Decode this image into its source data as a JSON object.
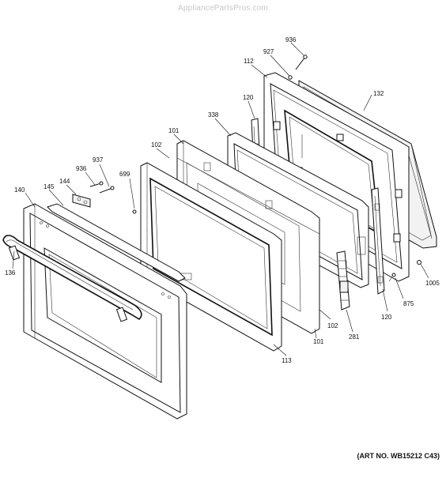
{
  "watermark": "AppliancePartsPros.com",
  "art_number": "(ART NO. WB15212 C43)",
  "labels": {
    "p936_top": "936",
    "p927": "927",
    "p112": "112",
    "p132": "132",
    "p120_top": "120",
    "p338": "338",
    "p101_top": "101",
    "p102_top": "102",
    "p937": "937",
    "p936_left": "936",
    "p699": "699",
    "p144": "144",
    "p145": "145",
    "p140": "140",
    "p136": "136",
    "p1005": "1005",
    "p875": "875",
    "p120_bot": "120",
    "p281": "281",
    "p102_bot": "102",
    "p101_bot": "101",
    "p113": "113"
  }
}
